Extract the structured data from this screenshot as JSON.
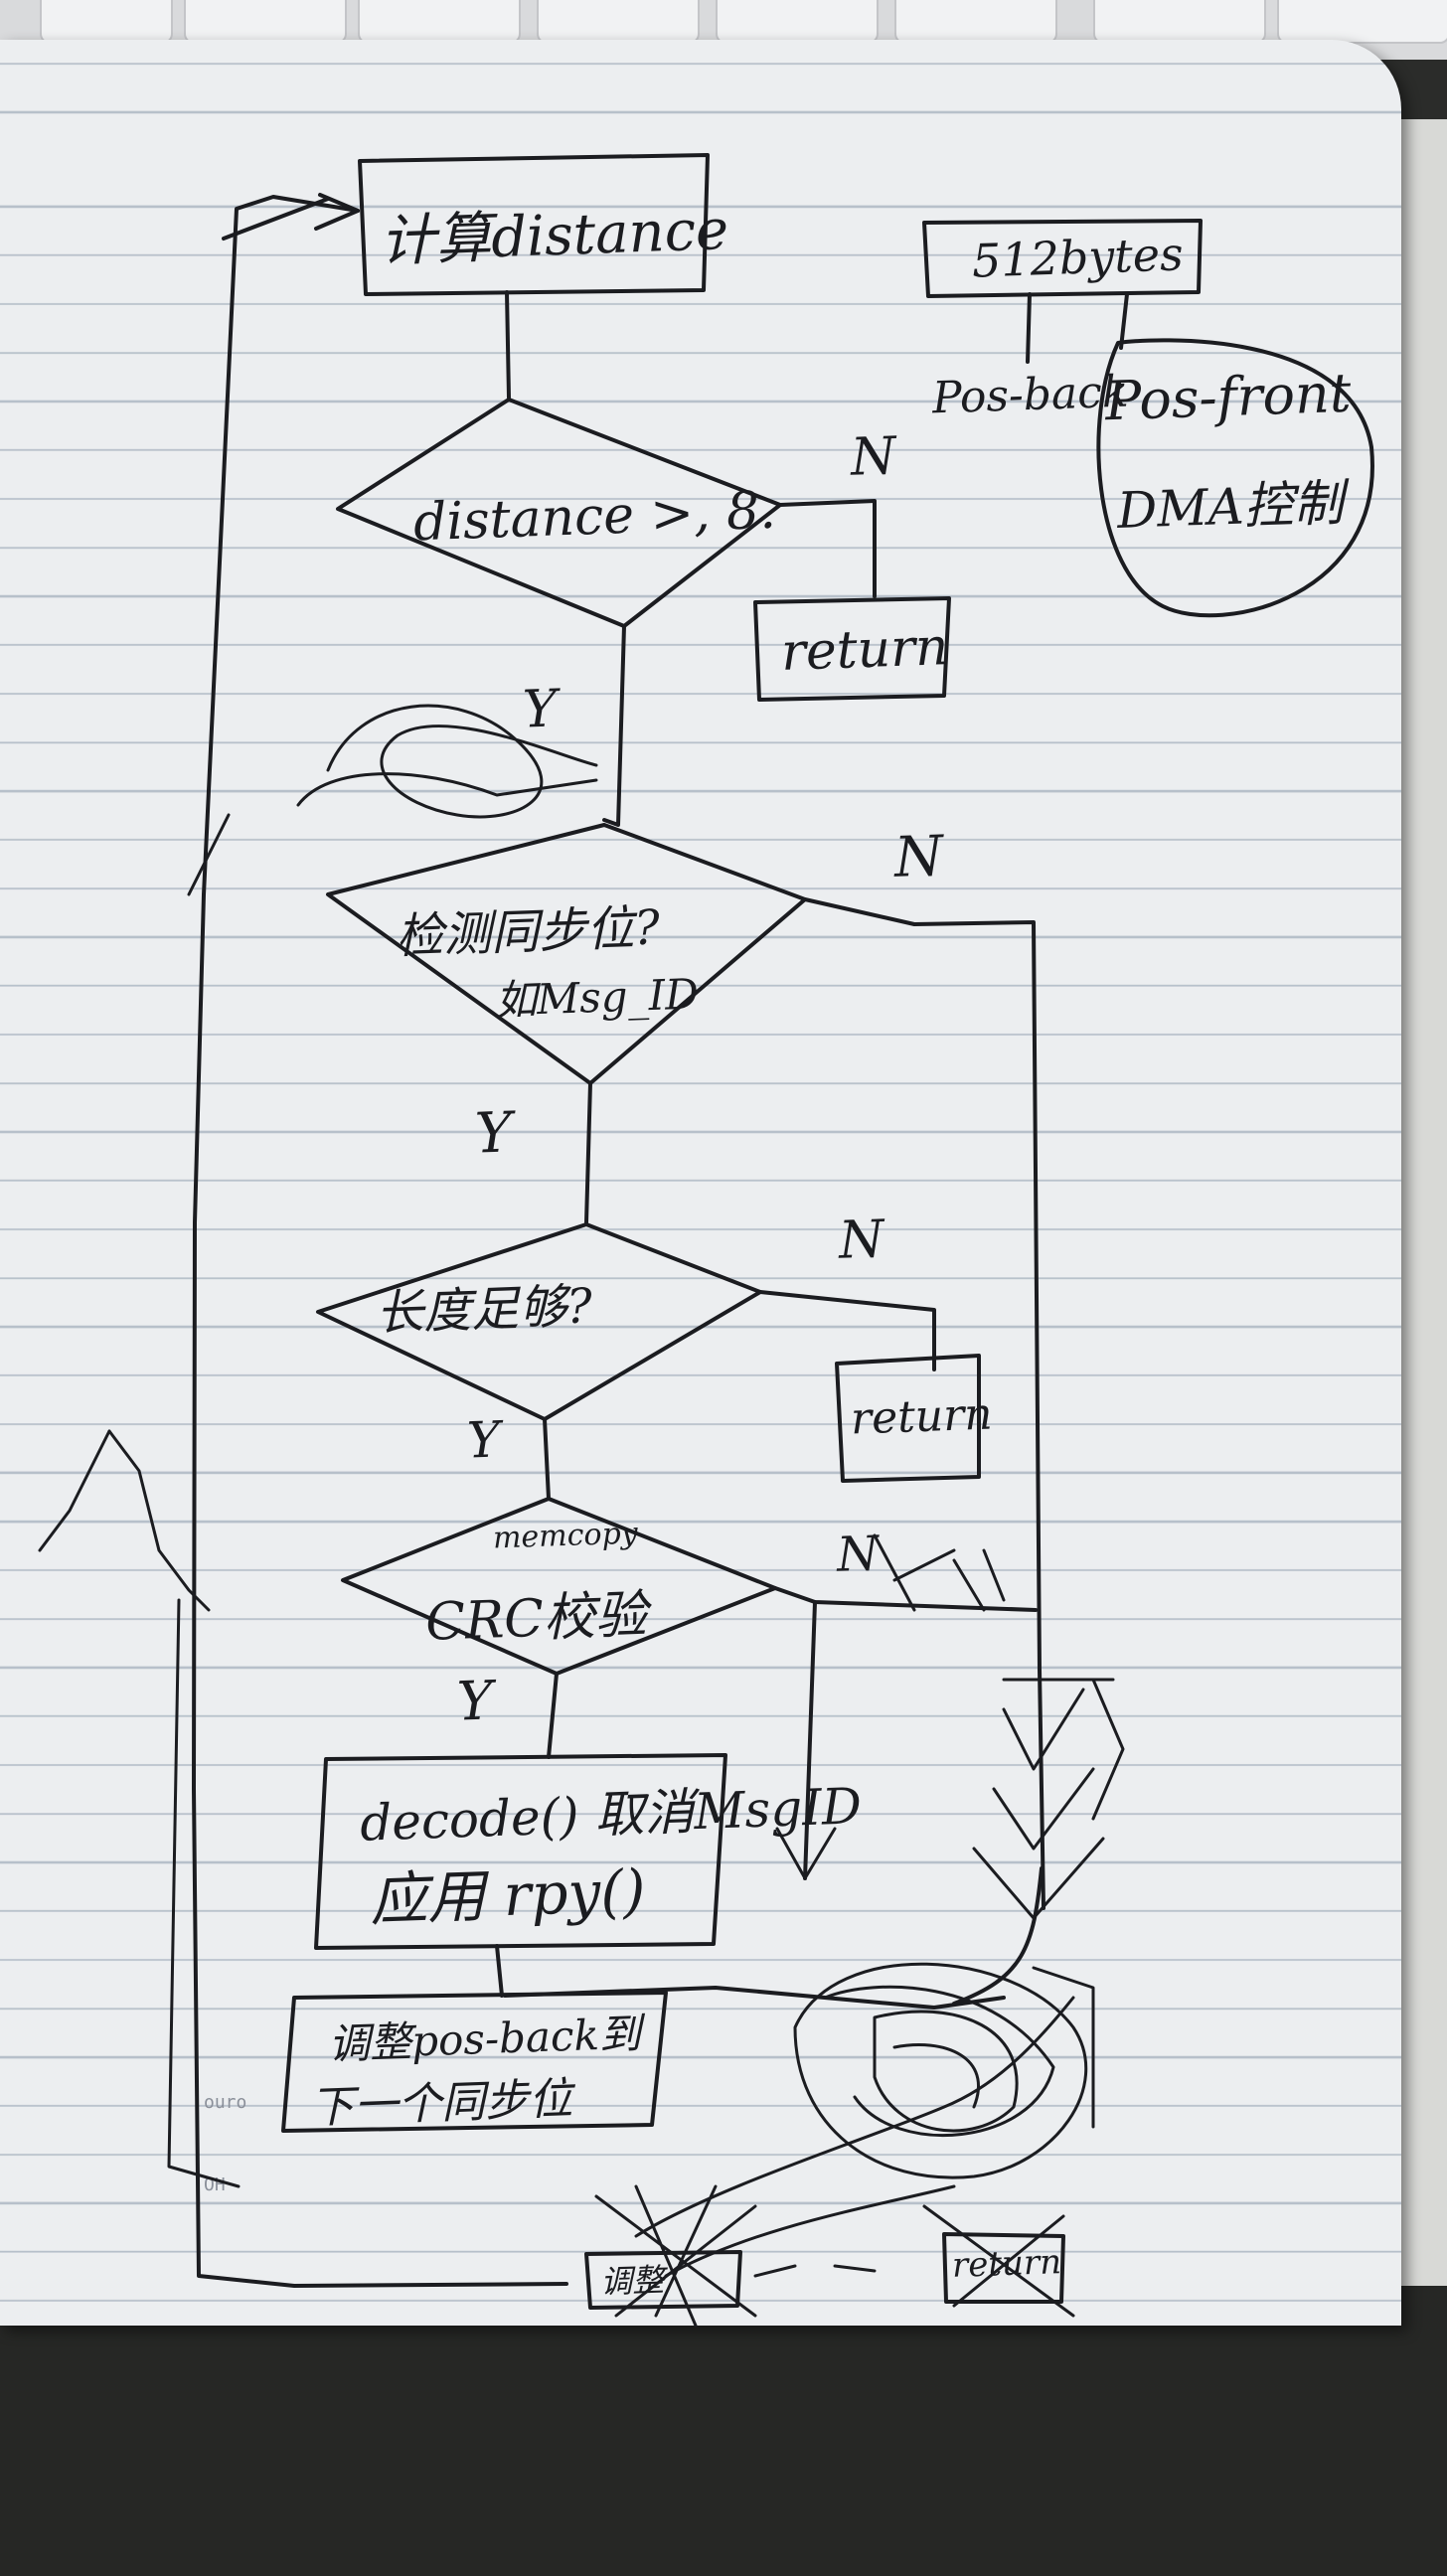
{
  "diagram": {
    "start_box": {
      "label": "计算distance"
    },
    "buffer_box": {
      "label": "512bytes"
    },
    "pointers": {
      "back_label": "Pos-back",
      "front_label": "Pos-front",
      "dma_label": "DMA控制"
    },
    "decision_distance": {
      "label": "distance >, 8."
    },
    "return_1": {
      "label": "return"
    },
    "decision_sync": {
      "label": "检测同步位?",
      "sublabel": "如Msg_ID"
    },
    "decision_length": {
      "label": "长度足够?"
    },
    "return_2": {
      "label": "return"
    },
    "decision_crc": {
      "label": "CRC校验",
      "note": "memcopy"
    },
    "process_decode": {
      "line1": "decode() 取消MsgID",
      "line2": "应用 rpy()"
    },
    "process_adjust": {
      "line1": "调整pos-back到",
      "line2": "下一个同步位"
    },
    "crossed_bottom": {
      "left": "调整",
      "right": "return"
    },
    "branch_labels": {
      "n1": "N",
      "y1": "Y",
      "n2": "N",
      "y2": "Y",
      "n3": "N",
      "y3": "Y",
      "n4": "N",
      "y4": "Y"
    }
  },
  "paper": {
    "margin_marks": [
      "ouro",
      "OH"
    ]
  },
  "colors": {
    "ink": "#1b1c20",
    "paper": "#eceef0",
    "rule": "#b7c0ca",
    "desk": "#262725"
  }
}
